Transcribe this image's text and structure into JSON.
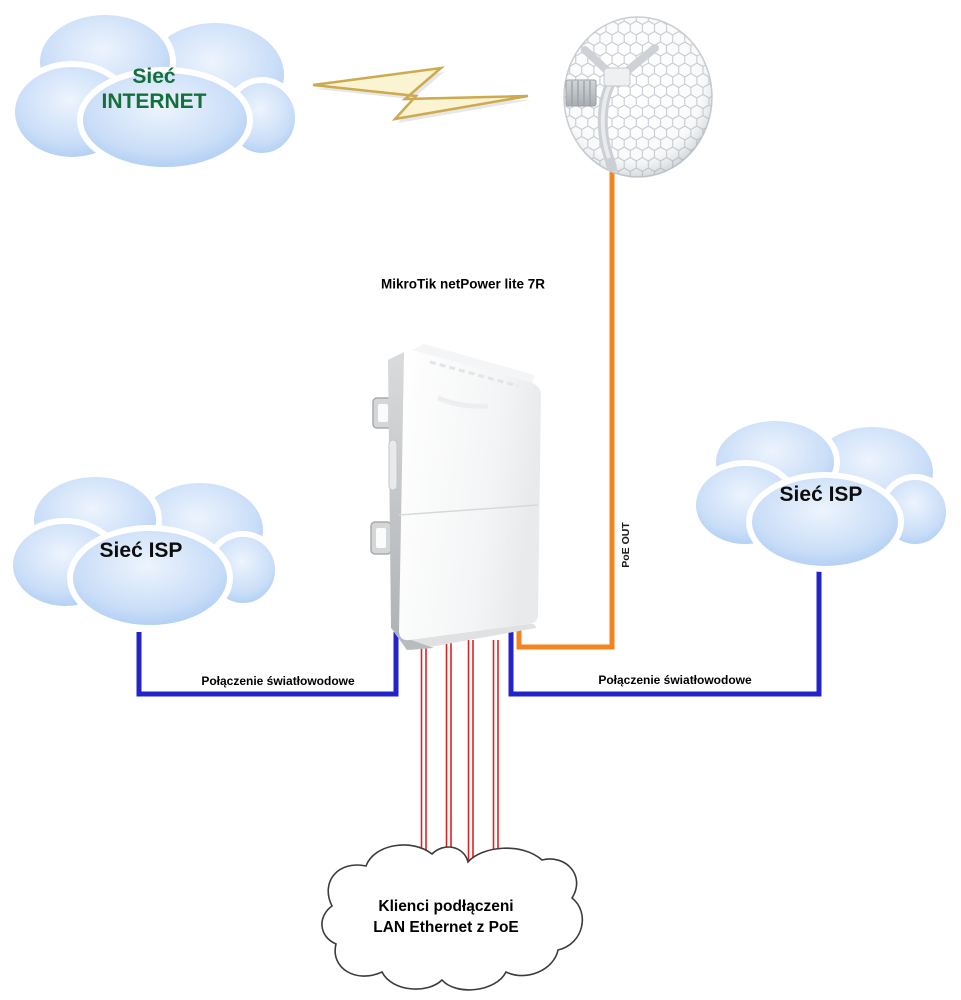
{
  "diagram": {
    "internet_cloud": {
      "line1": "Sieć",
      "line2": "INTERNET"
    },
    "isp_cloud_left": {
      "label": "Sieć ISP"
    },
    "isp_cloud_right": {
      "label": "Sieć ISP"
    },
    "device": {
      "title": "MikroTik netPower lite 7R"
    },
    "links": {
      "fiber_left_label": "Połączenie światłowodowe",
      "fiber_right_label": "Połączenie światłowodowe",
      "poe_label": "PoE OUT"
    },
    "clients_cloud": {
      "line1": "Klienci podłączeni",
      "line2": "LAN Ethernet z PoE"
    }
  },
  "colors": {
    "fiber_blue": "#2323CC",
    "poe_orange": "#F5831F",
    "lan_red": "#DF2323",
    "cloud_blue": "#9BC1EF",
    "internet_green": "#14703A",
    "bolt_fill": "#FBF4D2",
    "bolt_stroke": "#CDA94F"
  }
}
